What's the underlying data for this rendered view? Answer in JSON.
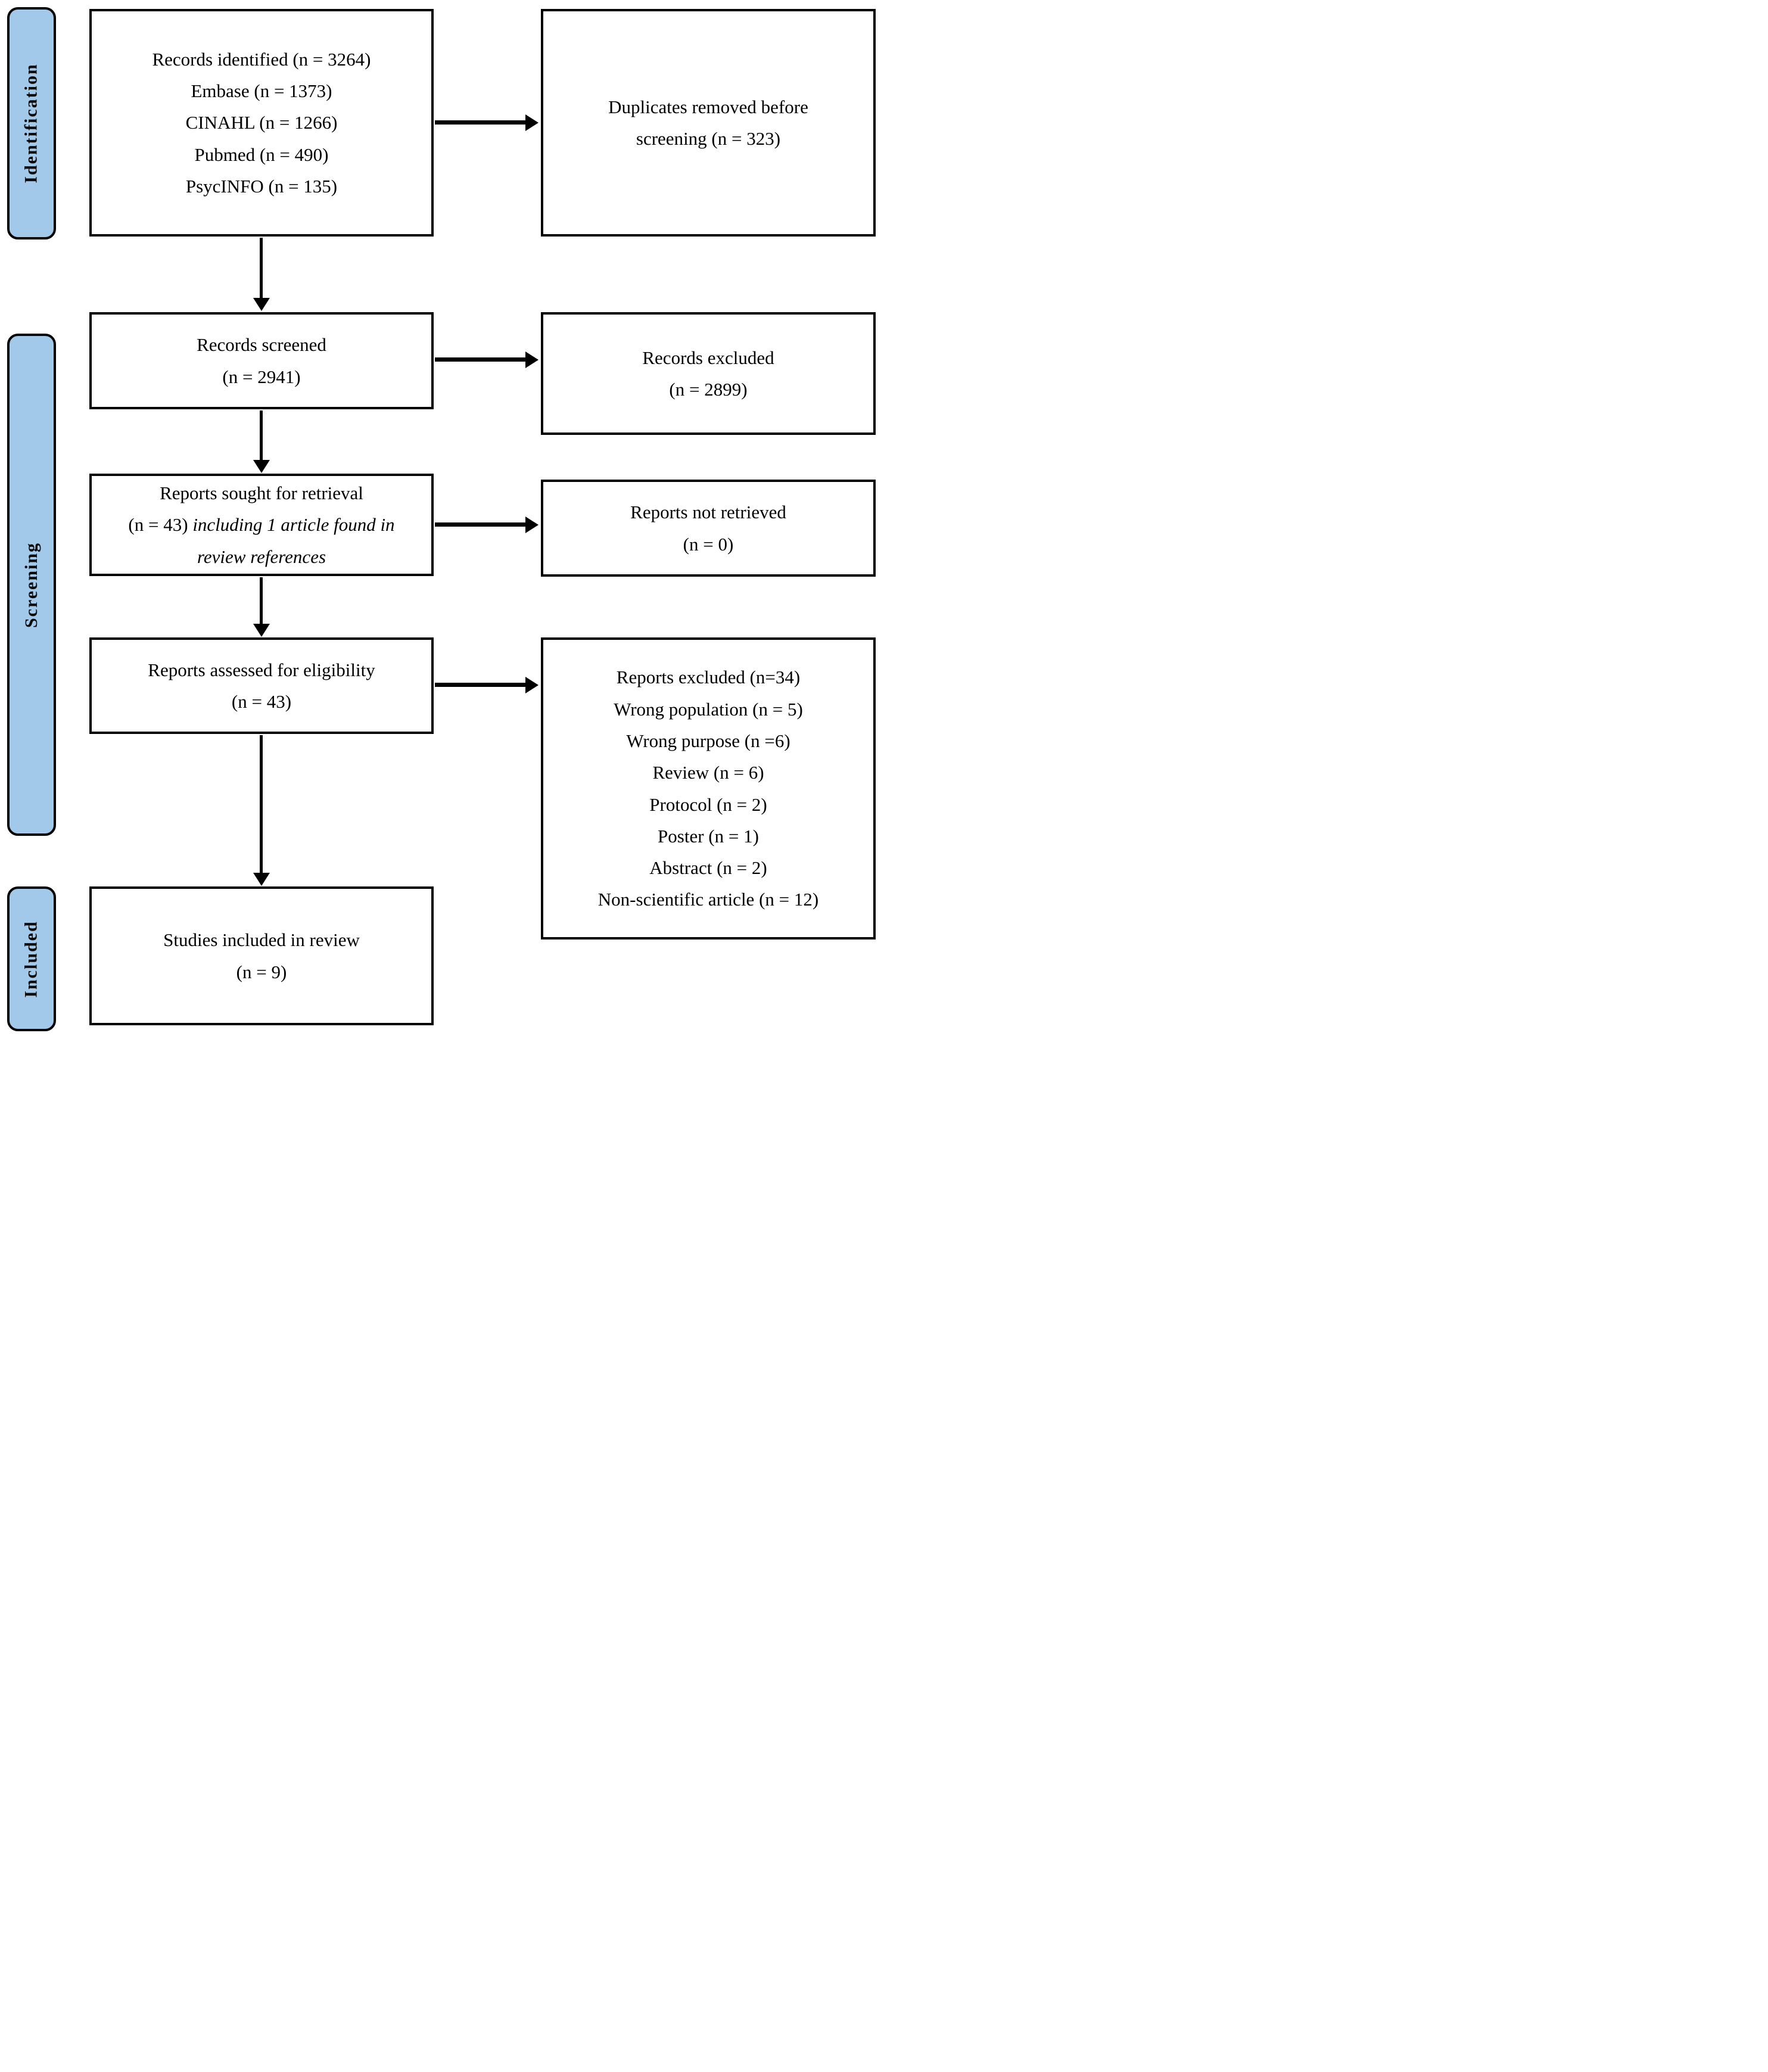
{
  "sidebar": {
    "fill_color": "#a2c8ea",
    "identification_label": "Identification",
    "screening_label": "Screening",
    "included_label": "Included"
  },
  "boxes": {
    "records_identified": {
      "lines": [
        "Records identified (n = 3264)",
        "Embase (n = 1373)",
        "CINAHL (n = 1266)",
        "Pubmed (n = 490)",
        "PsycINFO (n = 135)"
      ]
    },
    "duplicates_removed": {
      "lines": [
        "Duplicates removed before",
        "screening (n = 323)"
      ]
    },
    "records_screened": {
      "lines": [
        "Records screened",
        "(n = 2941)"
      ]
    },
    "records_excluded": {
      "lines": [
        "Records excluded",
        "(n = 2899)"
      ]
    },
    "reports_sought": {
      "line1": "Reports sought for retrieval",
      "line2_plain": "(n = 43) ",
      "line2_italic": "including 1 article found in",
      "line3_italic": "review references"
    },
    "reports_not_retrieved": {
      "lines": [
        "Reports not retrieved",
        "(n = 0)"
      ]
    },
    "reports_assessed": {
      "lines": [
        "Reports assessed for eligibility",
        "(n = 43)"
      ]
    },
    "reports_excluded": {
      "lines": [
        "Reports excluded (n=34)",
        "Wrong population (n = 5)",
        "Wrong purpose (n =6)",
        "Review (n = 6)",
        "Protocol (n = 2)",
        "Poster (n = 1)",
        "Abstract (n = 2)",
        "Non-scientific article (n = 12)"
      ]
    },
    "studies_included": {
      "lines": [
        "Studies included in review",
        "(n = 9)"
      ]
    }
  }
}
